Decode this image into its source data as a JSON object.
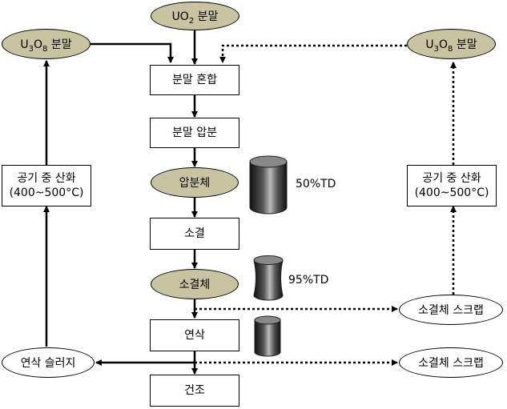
{
  "nodes": {
    "uo2_powder": {
      "prefix": "UO",
      "sub": "2",
      "suffix": " 분말"
    },
    "u3o8_left": {
      "a": "U",
      "s1": "3",
      "b": "O",
      "s2": "8",
      "suffix": " 분말"
    },
    "u3o8_right": {
      "a": "U",
      "s1": "3",
      "b": "O",
      "s2": "8",
      "suffix": " 분말"
    },
    "powder_mixing": "분말 혼합",
    "powder_pressing": "분말 압분",
    "green_pellet": "압분체",
    "sintering": "소결",
    "sintered_pellet": "소결체",
    "grinding": "연삭",
    "drying": "건조",
    "oxidation_left": {
      "line1": "공기 중 산화",
      "line2": "(400~500°C)"
    },
    "oxidation_right": {
      "line1": "공기 중 산화",
      "line2": "(400~500°C)"
    },
    "grinding_sludge": "연삭 슬러지",
    "scrap_upper": "소결체 스크랩",
    "scrap_lower": "소결체 스크랩"
  },
  "annotations": {
    "density_green": "50%TD",
    "density_sintered": "95%TD"
  },
  "colors": {
    "oval_fill": "#c8c3a0",
    "line": "#000000"
  }
}
